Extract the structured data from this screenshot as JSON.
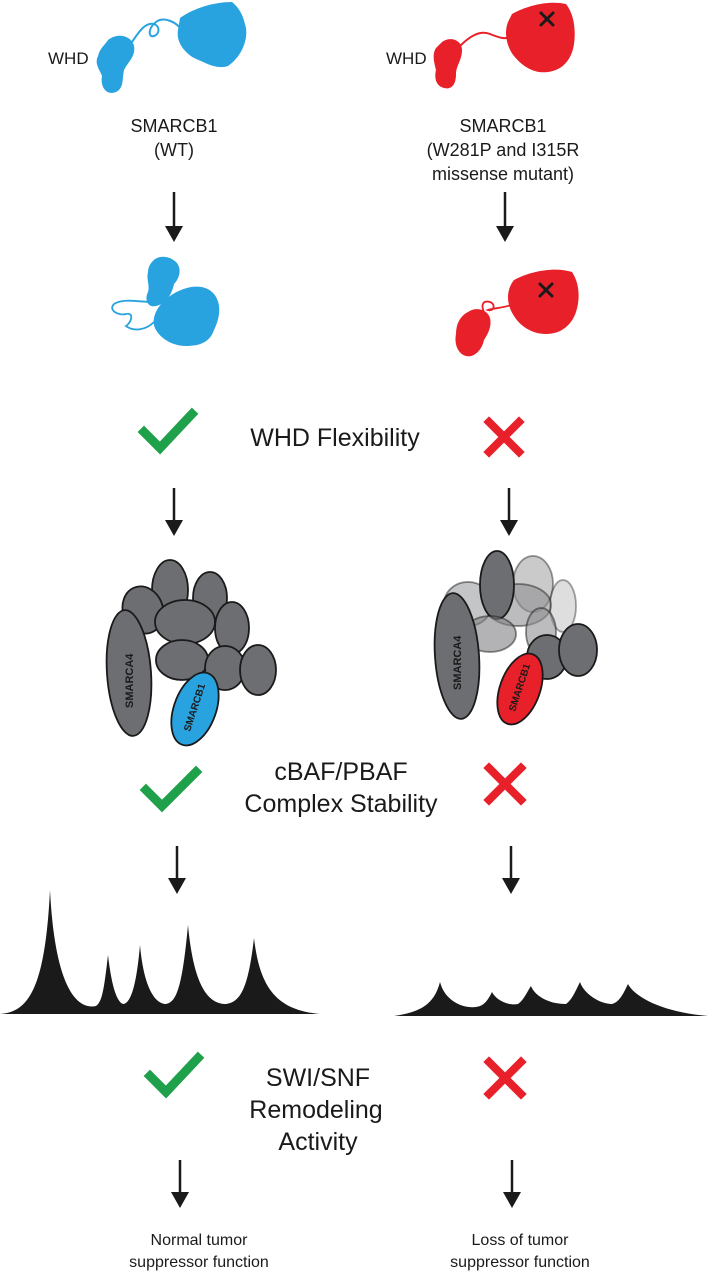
{
  "labels": {
    "whd_left": "WHD",
    "whd_right": "WHD",
    "wt_name": "SMARCB1",
    "wt_variant": "(WT)",
    "mut_name": "SMARCB1",
    "mut_variant_1": "(W281P and I315R",
    "mut_variant_2": "missense mutant)",
    "step_whd": "WHD Flexibility",
    "step_complex_1": "cBAF/PBAF",
    "step_complex_2": "Complex Stability",
    "step_swi_1": "SWI/SNF",
    "step_swi_2": "Remodeling",
    "step_swi_3": "Activity",
    "smarca4_left": "SMARCA4",
    "smarcb1_left": "SMARCB1",
    "smarca4_right": "SMARCA4",
    "smarcb1_right": "SMARCB1",
    "out_left_1": "Normal tumor",
    "out_left_2": "suppressor function",
    "out_right_1": "Loss of tumor",
    "out_right_2": "suppressor function"
  },
  "colors": {
    "wt": "#29a3e0",
    "mutant": "#e8202a",
    "check": "#1fa04a",
    "cross": "#e8202a",
    "complex": "#6d6e71",
    "ink": "#1a1a1a"
  },
  "icons": {
    "check": "check-icon",
    "cross": "cross-icon",
    "arrow": "down-arrow-icon"
  }
}
